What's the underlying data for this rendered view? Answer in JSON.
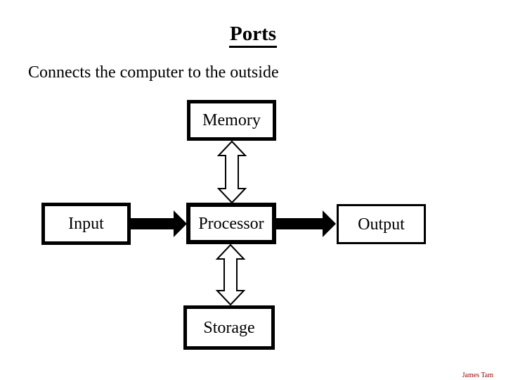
{
  "page": {
    "title": "Ports",
    "subtitle": "Connects the computer to the outside",
    "signature": "James Tam"
  },
  "colors": {
    "background": "#ffffff",
    "ink": "#000000",
    "signature_red": "#990000"
  },
  "diagram": {
    "nodes": [
      {
        "id": "memory",
        "label": "Memory"
      },
      {
        "id": "input",
        "label": "Input"
      },
      {
        "id": "processor",
        "label": "Processor"
      },
      {
        "id": "output",
        "label": "Output"
      },
      {
        "id": "storage",
        "label": "Storage"
      }
    ],
    "connections": [
      {
        "from": "memory",
        "to": "processor",
        "style": "double-headed-outline-arrow"
      },
      {
        "from": "input",
        "to": "processor",
        "style": "thick-solid-arrow"
      },
      {
        "from": "processor",
        "to": "output",
        "style": "thick-solid-arrow"
      },
      {
        "from": "processor",
        "to": "storage",
        "style": "double-headed-outline-arrow"
      }
    ]
  }
}
